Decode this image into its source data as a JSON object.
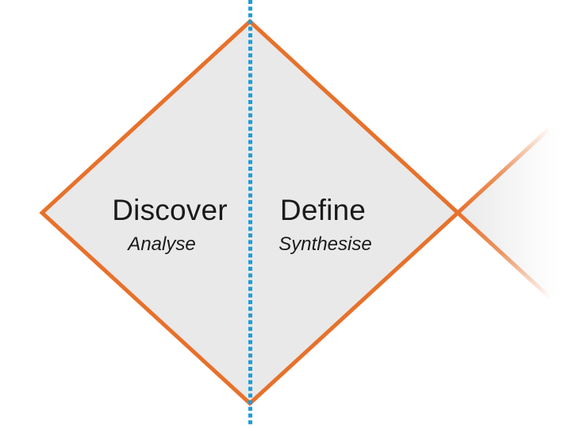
{
  "diagram": {
    "name": "double-diamond-process",
    "phases": [
      {
        "label": "Discover",
        "sublabel": "Analyse"
      },
      {
        "label": "Define",
        "sublabel": "Synthesise"
      }
    ],
    "colors": {
      "diamond_stroke": "#E7712B",
      "diamond_fill": "#E9E9E9",
      "divider_blue": "#1F9CD9",
      "text": "#1A1A1A"
    }
  }
}
